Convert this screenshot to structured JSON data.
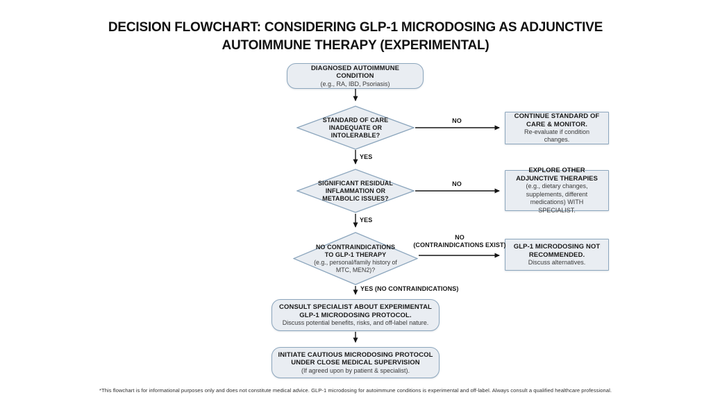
{
  "title": {
    "line1_bold": "DECISION FLOWCHART:",
    "line1_rest": " CONSIDERING GLP-1 MICRODOSING AS ADJUNCTIVE",
    "line2": "AUTOIMMUNE THERAPY (EXPERIMENTAL)"
  },
  "nodes": {
    "start": {
      "title": "DIAGNOSED AUTOIMMUNE CONDITION",
      "subtitle": "(e.g., RA, IBD, Psoriasis)"
    },
    "decision1": {
      "title": "STANDARD OF CARE INADEQUATE OR INTOLERABLE?"
    },
    "outcome1": {
      "title": "CONTINUE STANDARD OF CARE & MONITOR.",
      "subtitle": "Re-evaluate if condition changes."
    },
    "decision2": {
      "title": "SIGNIFICANT RESIDUAL INFLAMMATION OR METABOLIC ISSUES?"
    },
    "outcome2": {
      "title_bold": "EXPLORE OTHER ADJUNCTIVE THERAPIES",
      "title_rest": " (e.g., dietary changes, supplements, different medications) WITH SPECIALIST."
    },
    "decision3": {
      "title": "NO CONTRAINDICATIONS TO GLP-1 THERAPY",
      "subtitle": "(e.g., personal/family history of MTC, MEN2)?"
    },
    "outcome3": {
      "title": "GLP-1 MICRODOSING NOT RECOMMENDED.",
      "subtitle": "Discuss alternatives."
    },
    "consult": {
      "title": "CONSULT SPECIALIST ABOUT EXPERIMENTAL GLP-1 MICRODOSING PROTOCOL.",
      "subtitle": "Discuss potential benefits, risks, and off-label nature."
    },
    "initiate": {
      "title": "INITIATE CAUTIOUS MICRODOSING PROTOCOL UNDER CLOSE MEDICAL SUPERVISION",
      "subtitle": "(If agreed upon by patient & specialist)."
    }
  },
  "edges": {
    "no1": "NO",
    "yes1": "YES",
    "no2": "NO",
    "yes2": "YES",
    "no3_line1": "NO",
    "no3_line2": "(CONTRAINDICATIONS EXIST)",
    "yes3": "YES (NO CONTRAINDICATIONS)"
  },
  "footer": "*This flowchart is for informational purposes only and does not constitute medical advice. GLP-1 microdosing for autoimmune conditions is experimental and off-label. Always consult a qualified healthcare professional.",
  "colors": {
    "node_fill": "#e9edf2",
    "node_border": "#8ca6bd",
    "arrow": "#141414"
  }
}
